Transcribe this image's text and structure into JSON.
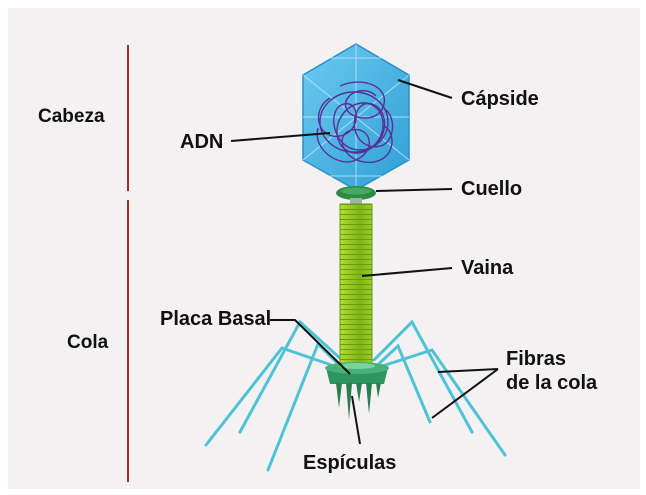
{
  "sections": {
    "head": "Cabeza",
    "tail": "Cola"
  },
  "labels": {
    "capsid": "Cápside",
    "dna": "ADN",
    "neck": "Cuello",
    "sheath": "Vaina",
    "baseplate": "Placa Basal",
    "tail_fibers_line1": "Fibras",
    "tail_fibers_line2": "de la cola",
    "spikes": "Espículas"
  },
  "colors": {
    "background": "#f3f1f1",
    "section_bar": "#a32b2b",
    "capsid_fill": "#4ab6e6",
    "dna_strand": "#5a2f9a",
    "neck": "#2e8b45",
    "sheath": "#9acc1e",
    "baseplate": "#2f9560",
    "tail_fiber": "#4fc3d6",
    "leader_line": "#111111"
  }
}
